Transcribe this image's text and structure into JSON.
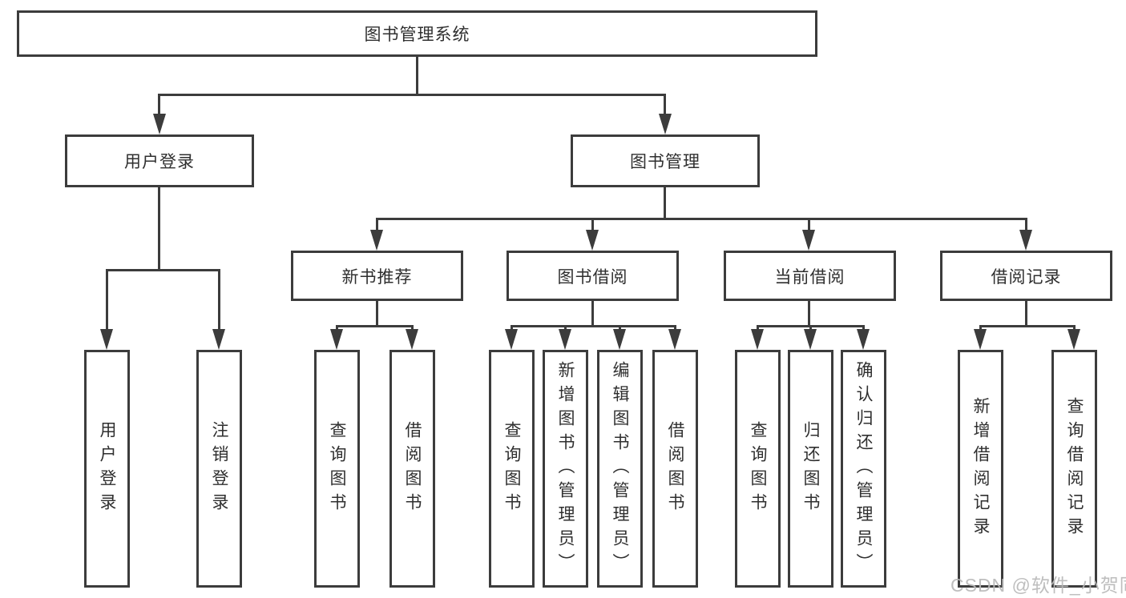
{
  "diagram_title": "图书管理系统",
  "watermark": "CSDN @软件_小贺同学",
  "colors": {
    "line": "#3c3c3c",
    "box_border": "#3c3c3c",
    "text": "#2f2f2f",
    "watermark": "#b9b9b9",
    "background": "#ffffff"
  },
  "nodes": {
    "root": "图书管理系统",
    "level2": [
      "用户登录",
      "图书管理"
    ],
    "level3": [
      "新书推荐",
      "图书借阅",
      "当前借阅",
      "借阅记录"
    ],
    "leaves": [
      "用户登录",
      "注销登录",
      "查询图书",
      "借阅图书",
      "查询图书",
      "新增图书（管理员）",
      "编辑图书（管理员）",
      "借阅图书",
      "查询图书",
      "归还图书",
      "确认归还（管理员）",
      "新增借阅记录",
      "查询借阅记录"
    ]
  },
  "hierarchy": {
    "图书管理系统": [
      "用户登录",
      "图书管理"
    ],
    "用户登录": [
      "用户登录",
      "注销登录"
    ],
    "图书管理": [
      "新书推荐",
      "图书借阅",
      "当前借阅",
      "借阅记录"
    ],
    "新书推荐": [
      "查询图书",
      "借阅图书"
    ],
    "图书借阅": [
      "查询图书",
      "新增图书（管理员）",
      "编辑图书（管理员）",
      "借阅图书"
    ],
    "当前借阅": [
      "查询图书",
      "归还图书",
      "确认归还（管理员）"
    ],
    "借阅记录": [
      "新增借阅记录",
      "查询借阅记录"
    ]
  }
}
